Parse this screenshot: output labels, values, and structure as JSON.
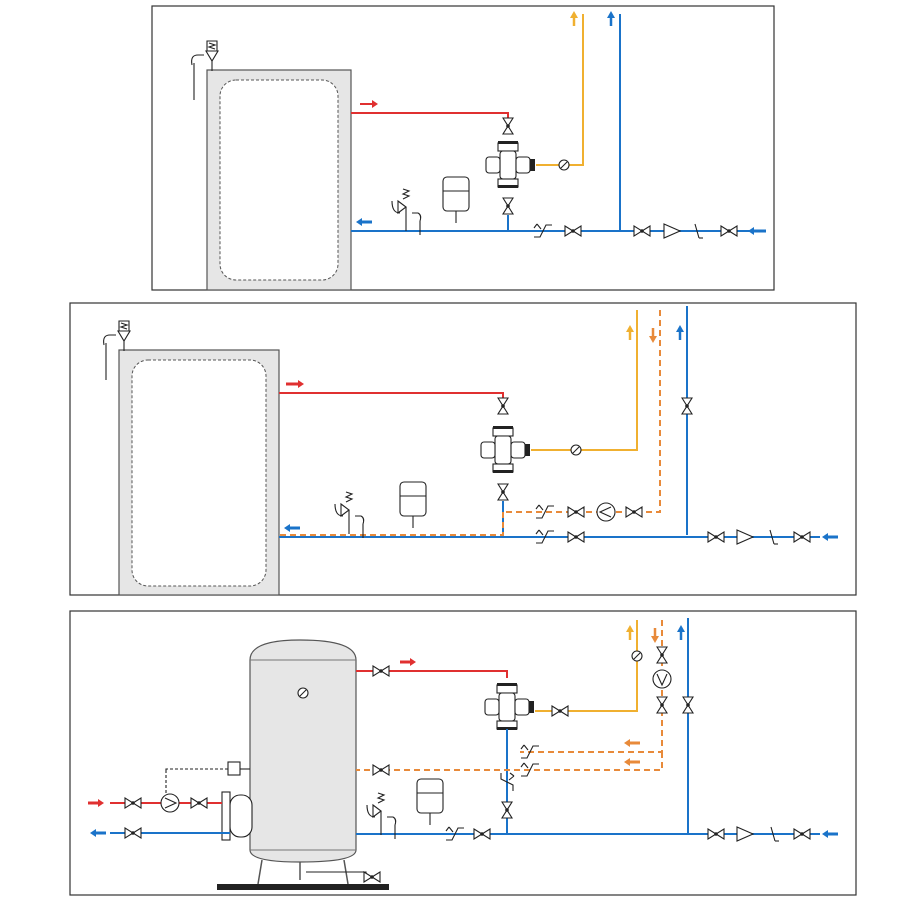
{
  "diagram": {
    "panels": [
      {
        "id": "panel-1",
        "variant": "mixing valve without recirculation"
      },
      {
        "id": "panel-2",
        "variant": "mixing valve with recirculation loop"
      },
      {
        "id": "panel-3",
        "variant": "vertical tank with mixing valve and recirculation"
      }
    ],
    "line_colors": {
      "hot": "#e03030",
      "cold": "#1a73c9",
      "mixed": "#f0b030",
      "recirculation": "#e88a3a",
      "tank": "#e6e6e6",
      "frame": "#333333"
    },
    "icons": [
      "arrow-icon",
      "gate-valve-icon",
      "check-valve-icon",
      "strainer-icon",
      "pump-icon",
      "thermometer-icon",
      "expansion-vessel-icon",
      "safety-valve-icon",
      "mixing-valve-icon",
      "pressure-reducer-icon"
    ]
  }
}
